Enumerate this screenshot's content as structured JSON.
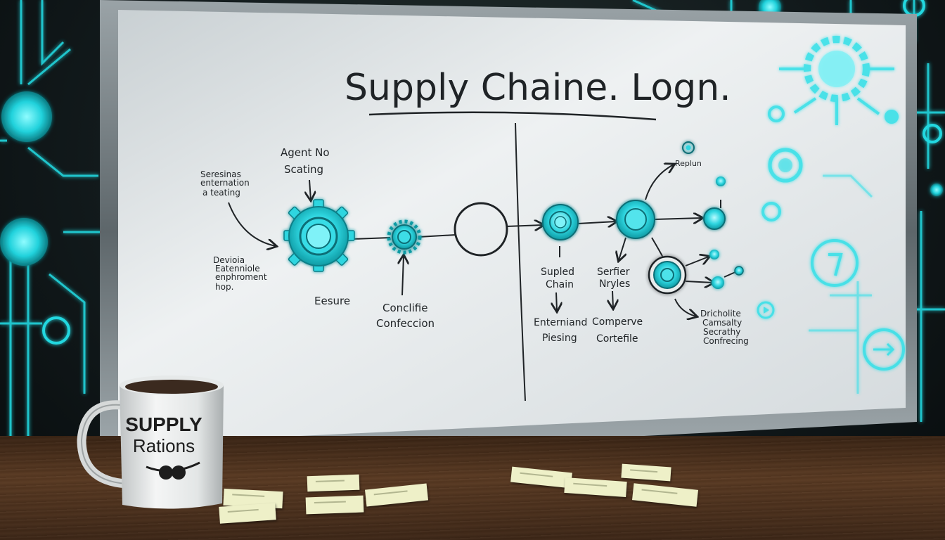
{
  "board": {
    "title": "Supply   Chaine. Logn.",
    "labels": {
      "agent": [
        "Agent No",
        "Scating"
      ],
      "left_top": [
        "Seresinas",
        "enternation",
        "a teating"
      ],
      "left_bottom": [
        "Devioia",
        "Eatenniole",
        "enphroment",
        "hop."
      ],
      "esure": "Eesure",
      "confiance": [
        "Conclifie",
        "Confeccion"
      ],
      "supled": [
        "Supled",
        "Chain"
      ],
      "enterniand": [
        "Enterniand",
        "Piesing"
      ],
      "serfier": [
        "Serfier",
        "Nryles"
      ],
      "comperve": [
        "Comperve",
        "Cortefile"
      ],
      "replun": "Replun",
      "dricholite": [
        "Dricholite",
        "Camsalty",
        "Secrathy",
        "Confrecing"
      ]
    }
  },
  "mug": {
    "line1": "SUPPLY",
    "line2": "Rations"
  },
  "colors": {
    "accent": "#2de0e8",
    "ink": "#1f2326",
    "board": "#e6eaec"
  }
}
